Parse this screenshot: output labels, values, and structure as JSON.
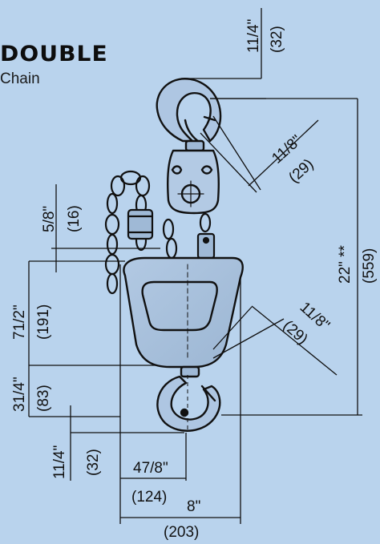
{
  "header": {
    "title": "DOUBLE",
    "subtitle": "Chain"
  },
  "dimensions": {
    "top_hook_offset": {
      "imperial": "11/4\"",
      "metric": "(32)"
    },
    "top_hook_opening": {
      "imperial": "11/8\"",
      "metric": "(29)"
    },
    "chain_pitch": {
      "imperial": "5/8\"",
      "metric": "(16)"
    },
    "overall_height": {
      "imperial": "22\" **",
      "metric": "(559)"
    },
    "body_height": {
      "imperial": "71/2\"",
      "metric": "(191)"
    },
    "bottom_hook_opening": {
      "imperial": "11/8\"",
      "metric": "(29)"
    },
    "lower_block_height": {
      "imperial": "31/4\"",
      "metric": "(83)"
    },
    "bottom_hook_offset": {
      "imperial": "11/4\"",
      "metric": "(32)"
    },
    "half_width": {
      "imperial": "47/8\"",
      "metric": "(124)"
    },
    "overall_width": {
      "imperial": "8\"",
      "metric": "(203)"
    }
  },
  "colors": {
    "background": "#b9d3ed",
    "line": "#111111"
  }
}
